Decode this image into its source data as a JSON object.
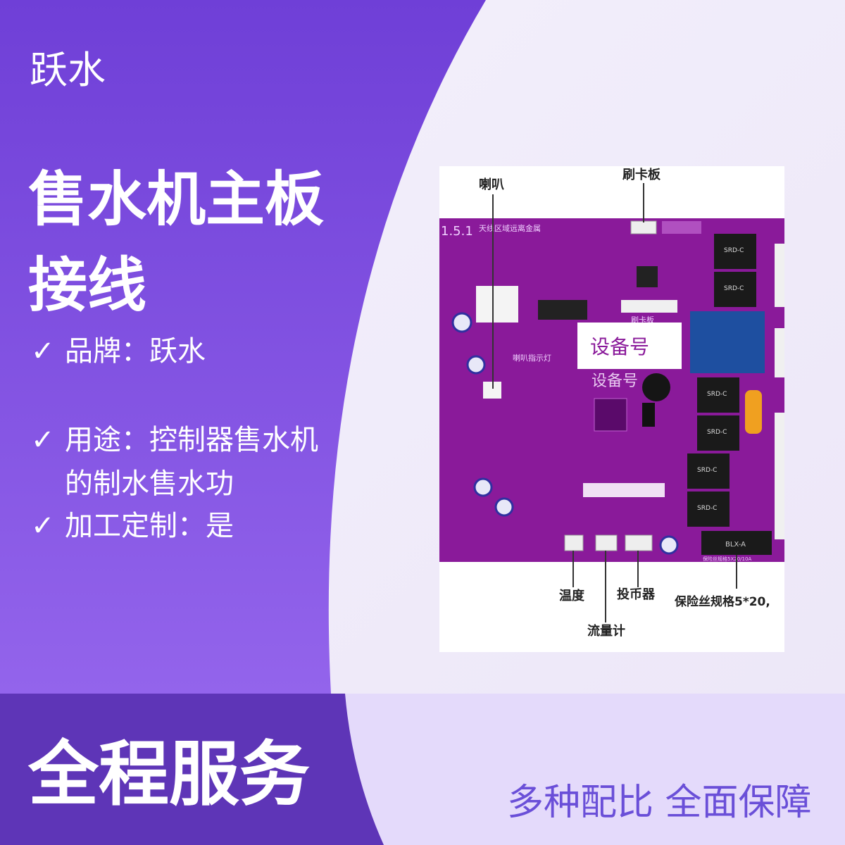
{
  "brand": "跃水",
  "title": "售水机主板接线",
  "features": [
    {
      "icon": "check-icon",
      "text": "品牌：跃水"
    },
    {
      "icon": "check-icon",
      "text": "用途：控制器售水机的制水售水功"
    },
    {
      "icon": "check-icon",
      "text": "加工定制：是"
    }
  ],
  "footer": {
    "left": "全程服务",
    "right": "多种配比 全面保障"
  },
  "photo": {
    "labels": {
      "speaker": "喇叭",
      "card_board": "刷卡板",
      "temperature": "温度",
      "flowmeter": "流量计",
      "coin": "投币器",
      "fuse": "保险丝规格5*20,"
    },
    "board": {
      "version": "1.5.1",
      "silk_top": "天线区域远离金属",
      "silk_card": "刷卡板",
      "device_no": "设备号",
      "device_no2": "设备号",
      "silk_mid": "喇叭指示灯",
      "relay": "SRD-C",
      "fuse_holder": "BLX-A",
      "fuse_note": "保险丝规格5X20/10A"
    }
  },
  "colors": {
    "accent": "#7a4fe0",
    "board": "#8a1a9a",
    "bottom_band": "#5e35b7"
  }
}
